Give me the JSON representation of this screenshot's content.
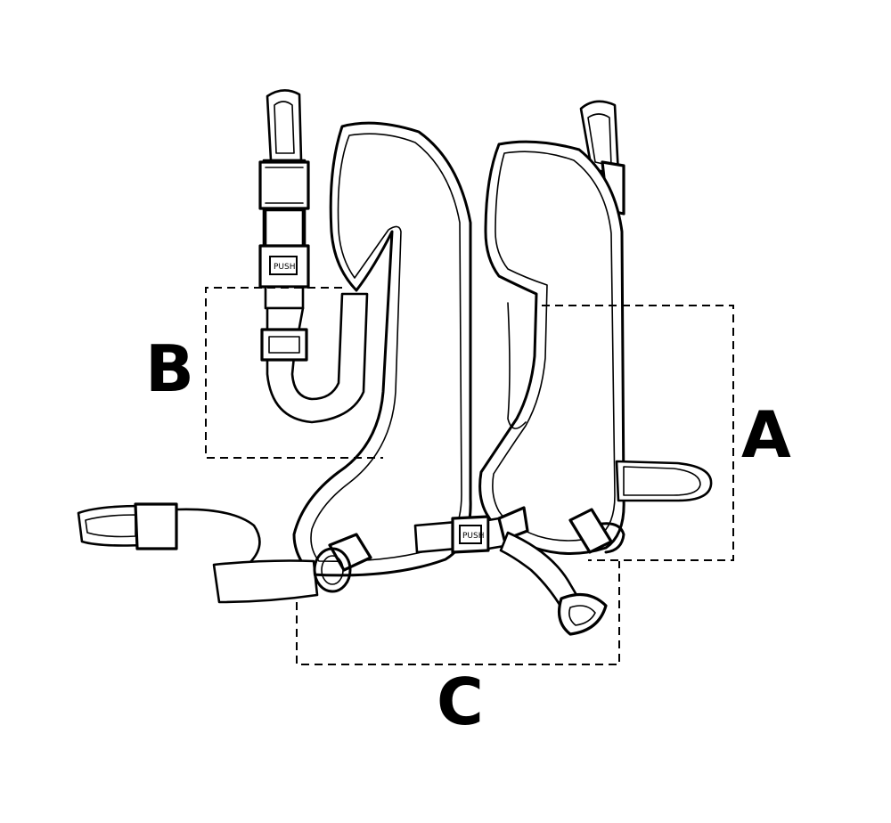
{
  "labels": {
    "a": "A",
    "b": "B",
    "c": "C"
  },
  "buckle_text": "PUSH",
  "colors": {
    "ink": "#000000",
    "background": "#ffffff"
  }
}
